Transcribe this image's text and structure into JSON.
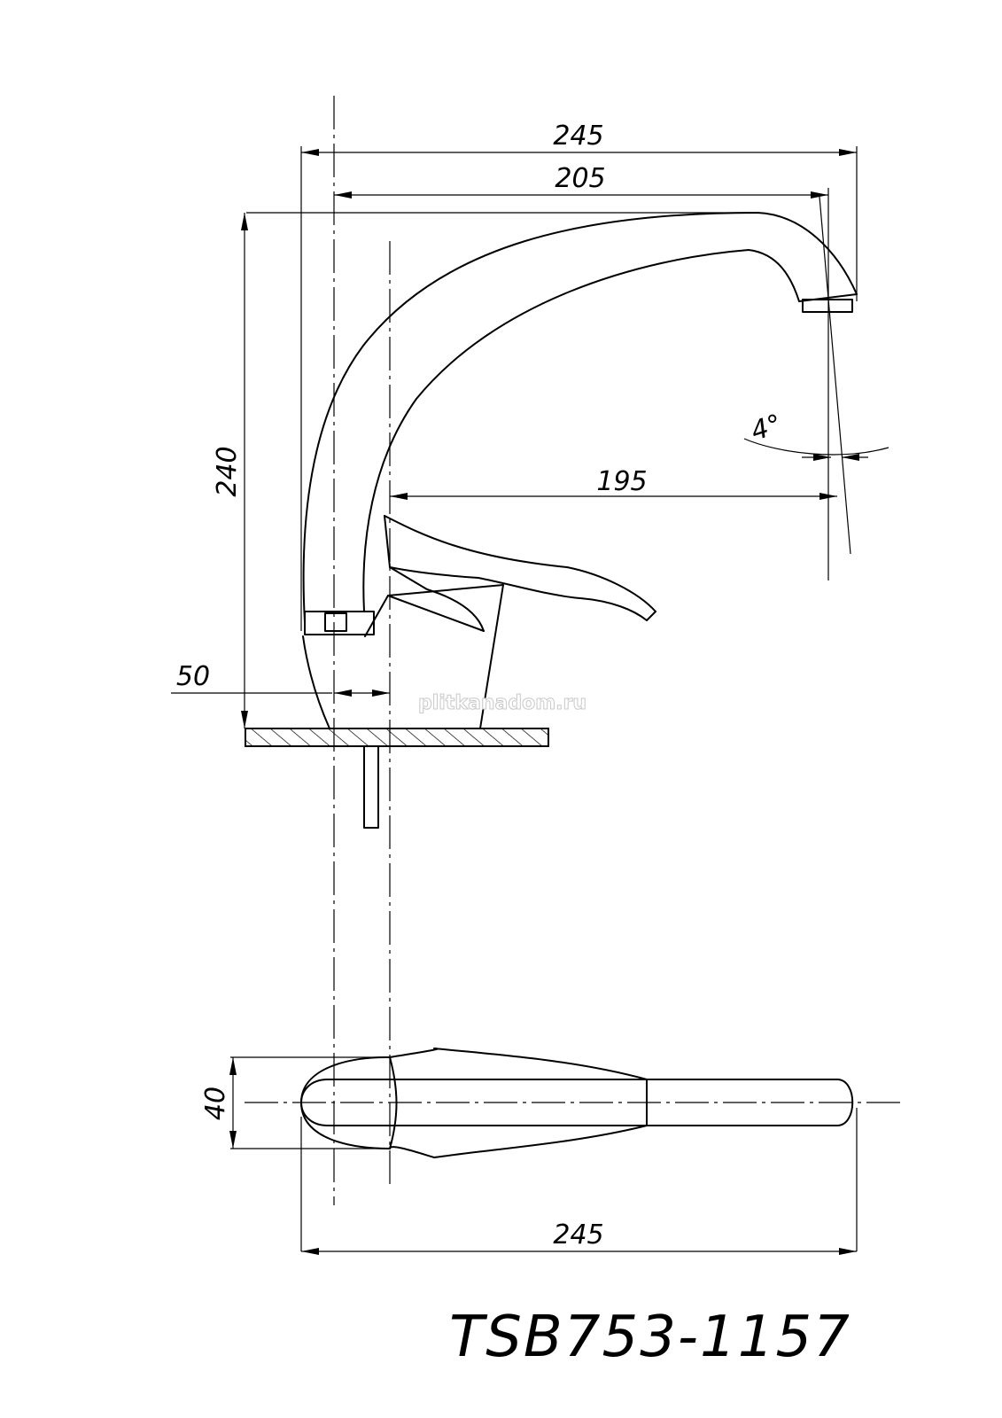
{
  "dimensions": {
    "overall_width_top": "245",
    "spout_reach": "205",
    "total_height": "240",
    "spout_outlet_angle": "4°",
    "outlet_to_axis": "195",
    "base_offset": "50",
    "plan_width": "40",
    "overall_width_plan": "245"
  },
  "watermark": "plitkanadom.ru",
  "model_code": "TSB753-1157"
}
